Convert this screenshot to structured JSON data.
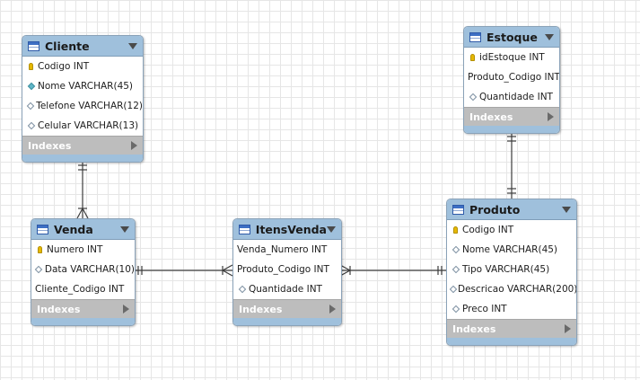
{
  "tables": [
    {
      "name": "Cliente",
      "columns": [
        {
          "label": "Codigo INT",
          "icon": "key"
        },
        {
          "label": "Nome VARCHAR(45)",
          "icon": "diamond-filled"
        },
        {
          "label": "Telefone VARCHAR(12)",
          "icon": "diamond"
        },
        {
          "label": "Celular VARCHAR(13)",
          "icon": "diamond"
        }
      ],
      "indexes": "Indexes"
    },
    {
      "name": "Estoque",
      "columns": [
        {
          "label": "idEstoque INT",
          "icon": "key"
        },
        {
          "label": "Produto_Codigo INT",
          "icon": "none"
        },
        {
          "label": "Quantidade INT",
          "icon": "diamond"
        }
      ],
      "indexes": "Indexes"
    },
    {
      "name": "Venda",
      "columns": [
        {
          "label": "Numero INT",
          "icon": "key"
        },
        {
          "label": "Data VARCHAR(10)",
          "icon": "diamond"
        },
        {
          "label": "Cliente_Codigo INT",
          "icon": "none"
        }
      ],
      "indexes": "Indexes"
    },
    {
      "name": "ItensVenda",
      "columns": [
        {
          "label": "Venda_Numero INT",
          "icon": "none"
        },
        {
          "label": "Produto_Codigo INT",
          "icon": "none"
        },
        {
          "label": "Quantidade INT",
          "icon": "diamond"
        }
      ],
      "indexes": "Indexes"
    },
    {
      "name": "Produto",
      "columns": [
        {
          "label": "Codigo INT",
          "icon": "key"
        },
        {
          "label": "Nome VARCHAR(45)",
          "icon": "diamond"
        },
        {
          "label": "Tipo VARCHAR(45)",
          "icon": "diamond"
        },
        {
          "label": "Descricao VARCHAR(200)",
          "icon": "diamond"
        },
        {
          "label": "Preco INT",
          "icon": "diamond"
        }
      ],
      "indexes": "Indexes"
    }
  ],
  "relationships": [
    {
      "from": "Cliente",
      "to": "Venda",
      "from_end": "one-mandatory",
      "to_end": "many-mandatory"
    },
    {
      "from": "Venda",
      "to": "ItensVenda",
      "from_end": "one-mandatory",
      "to_end": "many-mandatory"
    },
    {
      "from": "ItensVenda",
      "to": "Produto",
      "from_end": "many-mandatory",
      "to_end": "one-mandatory"
    },
    {
      "from": "Estoque",
      "to": "Produto",
      "from_end": "one-mandatory",
      "to_end": "one-mandatory"
    }
  ]
}
